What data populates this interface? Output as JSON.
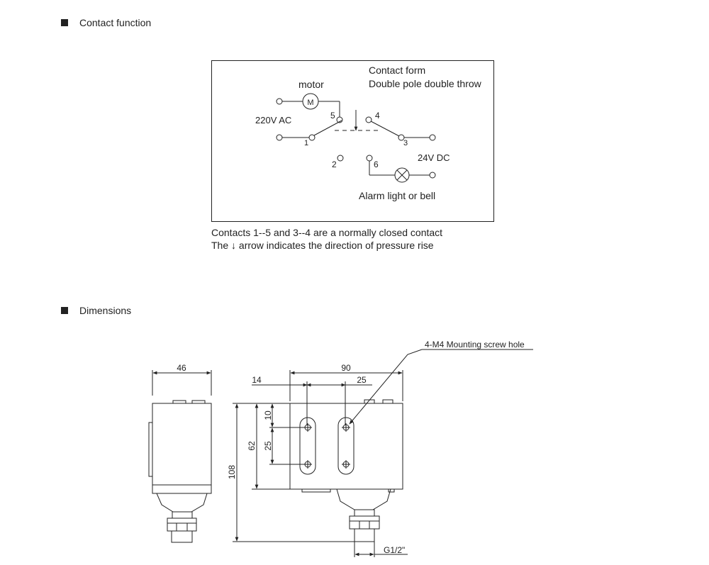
{
  "sections": {
    "contact_function": {
      "heading": "Contact function"
    },
    "dimensions": {
      "heading": "Dimensions"
    }
  },
  "contact_diagram": {
    "contact_form_label": "Contact form",
    "contact_type": "Double pole double throw",
    "motor_label": "motor",
    "motor_symbol": "M",
    "supply_ac": "220V  AC",
    "supply_dc": "24V  DC",
    "alarm_label": "Alarm light or bell",
    "terminals": [
      "1",
      "2",
      "3",
      "4",
      "5",
      "6"
    ]
  },
  "notes": {
    "line1": "Contacts 1--5 and 3--4 are a normally closed contact",
    "line2": "The ↓ arrow indicates the direction of pressure rise"
  },
  "dimensions_drawing": {
    "width_side": "46",
    "width_front": "90",
    "offset_left": "14",
    "hole_spacing_h": "25",
    "top_offset": "10",
    "hole_spacing_v": "25",
    "body_height": "62",
    "total_height": "108",
    "thread": "G1/2\"",
    "mounting_note": "4-M4 Mounting screw hole"
  }
}
